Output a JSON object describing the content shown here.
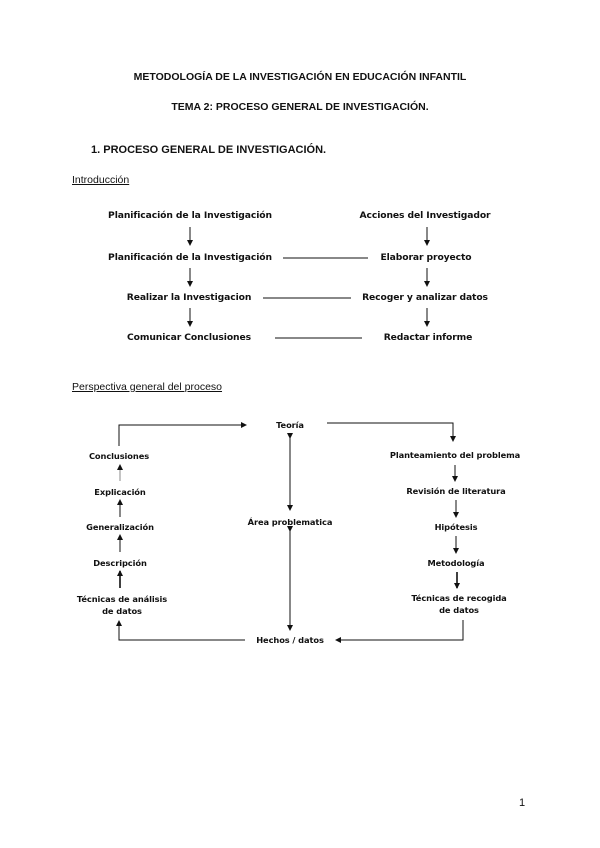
{
  "document": {
    "title": "METODOLOGÍA DE LA INVESTIGACIÓN EN EDUCACIÓN INFANTIL",
    "subtitle": "TEMA 2: PROCESO GENERAL DE INVESTIGACIÓN.",
    "section_heading": "1.   PROCESO GENERAL DE INVESTIGACIÓN.",
    "page_number": "1"
  },
  "introduccion": {
    "heading": "Introducción",
    "left_column": [
      "Planificación de la Investigación",
      "Planificación de la Investigación",
      "Realizar la Investigacion",
      "Comunicar Conclusiones"
    ],
    "right_column": [
      "Acciones del Investigador",
      "Elaborar proyecto",
      "Recoger y analizar datos",
      "Redactar informe"
    ]
  },
  "perspectiva": {
    "heading": "Perspectiva general del proceso",
    "center": {
      "top": "Teoría",
      "middle": "Área problematica",
      "bottom": "Hechos / datos"
    },
    "right_chain": [
      "Planteamiento del problema",
      "Revisión de literatura",
      "Hipótesis",
      "Metodología",
      "Técnicas de recogida",
      "de datos"
    ],
    "left_chain": [
      "Conclusiones",
      "Explicación",
      "Generalización",
      "Descripción",
      "Técnicas de análisis",
      "de datos"
    ]
  }
}
